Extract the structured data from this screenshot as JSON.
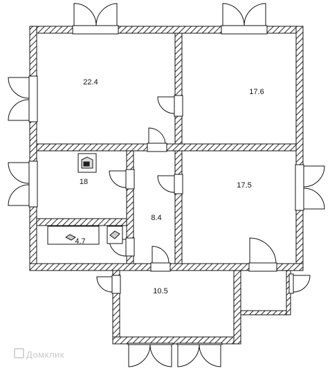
{
  "rooms": [
    {
      "id": "room-top-left",
      "area": "22.4"
    },
    {
      "id": "room-top-right",
      "area": "17.6"
    },
    {
      "id": "room-middle-left",
      "area": "18"
    },
    {
      "id": "room-small-left",
      "area": "4.7"
    },
    {
      "id": "room-hall",
      "area": "8.4"
    },
    {
      "id": "room-middle-right",
      "area": "17.5"
    },
    {
      "id": "room-bottom",
      "area": "10.5"
    }
  ],
  "watermark": {
    "text": "Домклик"
  }
}
